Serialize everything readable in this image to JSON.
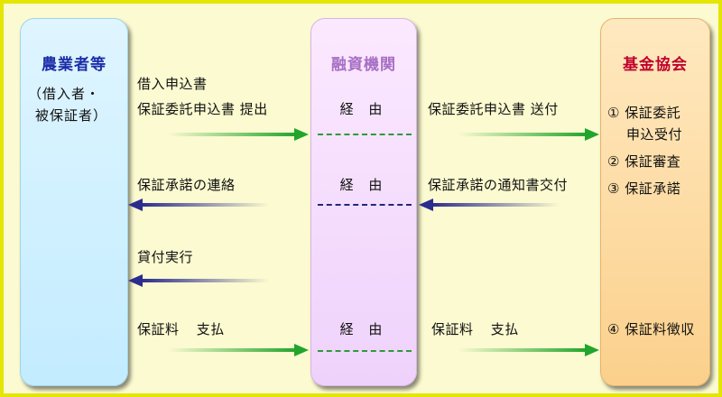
{
  "columns": {
    "farmer": {
      "title": "農業者等",
      "sub1": "（借入者・",
      "sub2": "被保証者）"
    },
    "bank": {
      "title": "融資機関"
    },
    "fund": {
      "title": "基金協会"
    }
  },
  "flows": {
    "application_l1": "借入申込書",
    "application_l2": "保証委託申込書 提出",
    "via": "経 由",
    "application_send": "保証委託申込書 送付",
    "approval_notice": "保証承諾の連絡",
    "approval_doc": "保証承諾の通知書交付",
    "loan_exec": "貸付実行",
    "fee_pay": "保証料 支払",
    "fee_pay_bank": "保証料 支払"
  },
  "fund_items": {
    "i1a": "① 保証委託",
    "i1b": "申込受付",
    "i2": "② 保証審査",
    "i3": "③ 保証承諾",
    "i4": "④ 保証料徴収"
  },
  "colors": {
    "green_arrow": "#22a52c",
    "blue_arrow": "#2b2c8e",
    "green_dash": "#2e9a3a",
    "blue_dash": "#1f2a7a"
  }
}
